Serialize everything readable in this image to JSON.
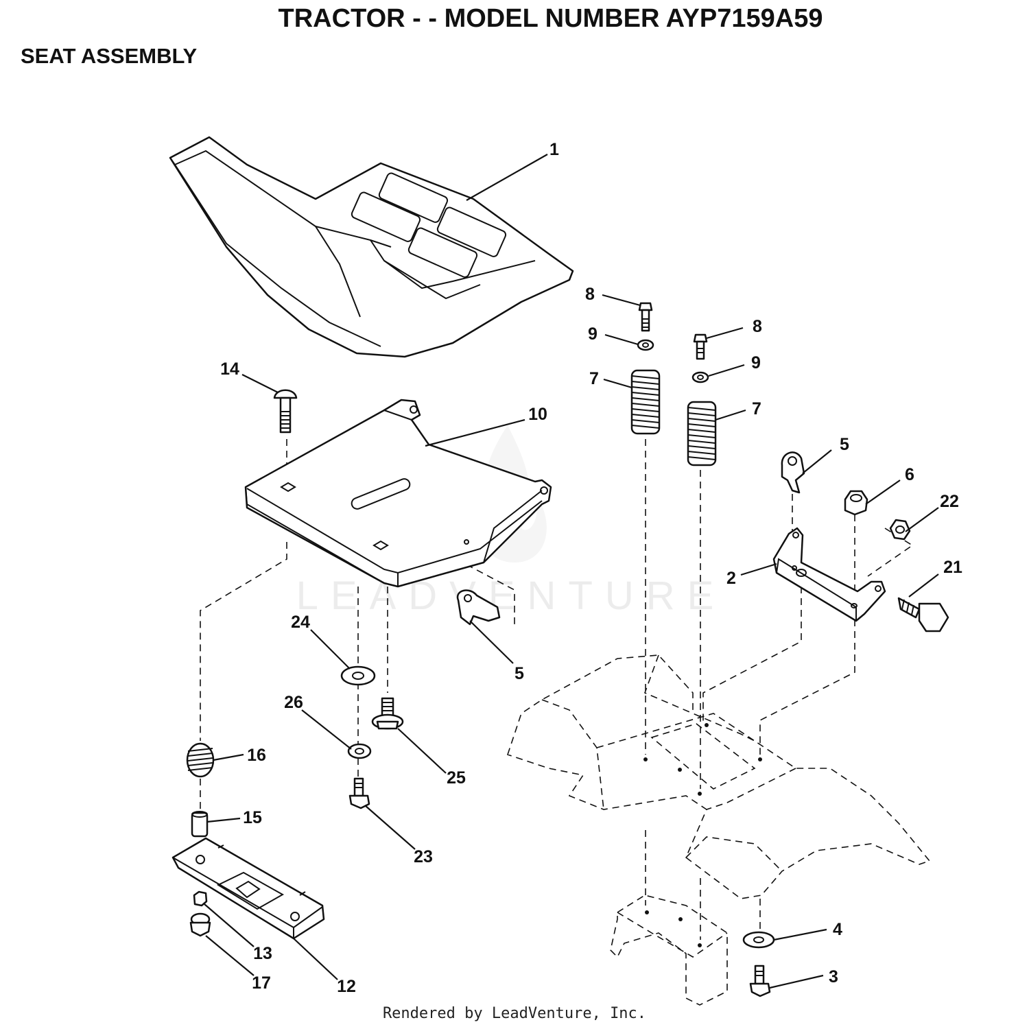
{
  "header": {
    "title": "TRACTOR - - MODEL NUMBER AYP7159A59",
    "subtitle": "SEAT ASSEMBLY"
  },
  "watermark": {
    "text": "LEADVENTURE"
  },
  "callouts": {
    "c1": "1",
    "c14": "14",
    "c10": "10",
    "c8a": "8",
    "c9a": "9",
    "c7a": "7",
    "c8b": "8",
    "c9b": "9",
    "c7b": "7",
    "c5a": "5",
    "c6": "6",
    "c22": "22",
    "c2": "2",
    "c21": "21",
    "c24": "24",
    "c5b": "5",
    "c26": "26",
    "c25": "25",
    "c16": "16",
    "c15": "15",
    "c23": "23",
    "c13": "13",
    "c17": "17",
    "c12": "12",
    "c4": "4",
    "c3": "3"
  },
  "footer": {
    "credit": "Rendered by LeadVenture, Inc."
  },
  "colors": {
    "line": "#111111",
    "background": "#ffffff",
    "watermark": "#ececec"
  }
}
